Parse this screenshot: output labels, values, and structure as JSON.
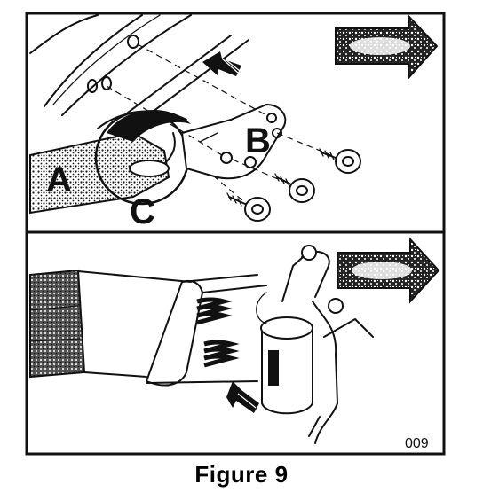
{
  "callouts": {
    "a": "A",
    "b": "B",
    "c": "C"
  },
  "figure_code": "009",
  "caption": "Figure 9",
  "icons": [
    "direction-arrow-icon",
    "forward-arrow-icon"
  ],
  "colors": {
    "ink": "#111111",
    "paper": "#ffffff"
  }
}
